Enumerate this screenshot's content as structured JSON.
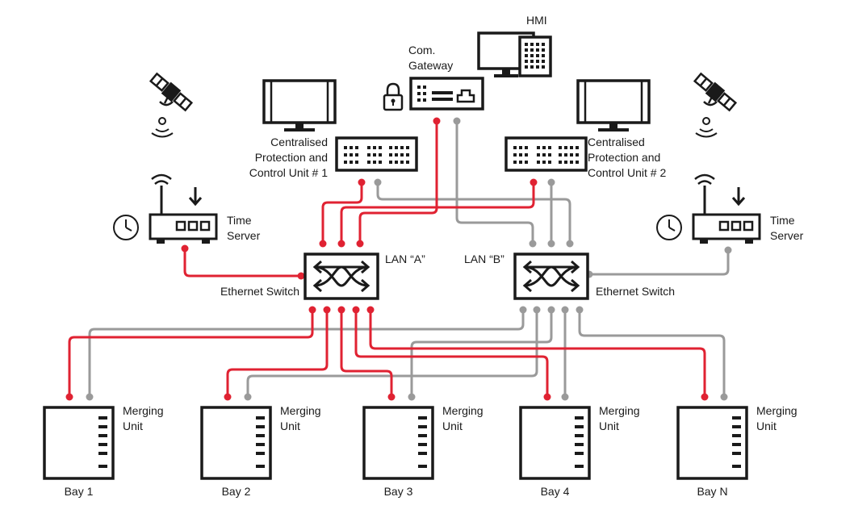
{
  "colors": {
    "lan_a": "#e02232",
    "lan_b": "#9a9a9a",
    "stroke": "#1a1a1a",
    "background": "#ffffff"
  },
  "labels": {
    "hmi": "HMI",
    "gateway_line1": "Com.",
    "gateway_line2": "Gateway",
    "cpcu1_line1": "Centralised",
    "cpcu1_line2": "Protection and",
    "cpcu1_line3": "Control Unit # 1",
    "cpcu2_line1": "Centralised",
    "cpcu2_line2": "Protection and",
    "cpcu2_line3": "Control Unit # 2",
    "time_server_left_line1": "Time",
    "time_server_left_line2": "Server",
    "time_server_right_line1": "Time",
    "time_server_right_line2": "Server",
    "lan_a": "LAN “A”",
    "lan_b": "LAN “B”",
    "switch_a": "Ethernet Switch",
    "switch_b": "Ethernet Switch"
  },
  "merging_units": [
    {
      "label_line1": "Merging",
      "label_line2": "Unit",
      "bay": "Bay 1"
    },
    {
      "label_line1": "Merging",
      "label_line2": "Unit",
      "bay": "Bay 2"
    },
    {
      "label_line1": "Merging",
      "label_line2": "Unit",
      "bay": "Bay 3"
    },
    {
      "label_line1": "Merging",
      "label_line2": "Unit",
      "bay": "Bay 4"
    },
    {
      "label_line1": "Merging",
      "label_line2": "Unit",
      "bay": "Bay N"
    }
  ],
  "icons": [
    "satellite-icon",
    "clock-icon",
    "router-icon",
    "monitor-icon",
    "lock-icon",
    "gateway-icon",
    "hmi-monitor-icon",
    "ethernet-switch-icon",
    "merging-unit-icon"
  ]
}
